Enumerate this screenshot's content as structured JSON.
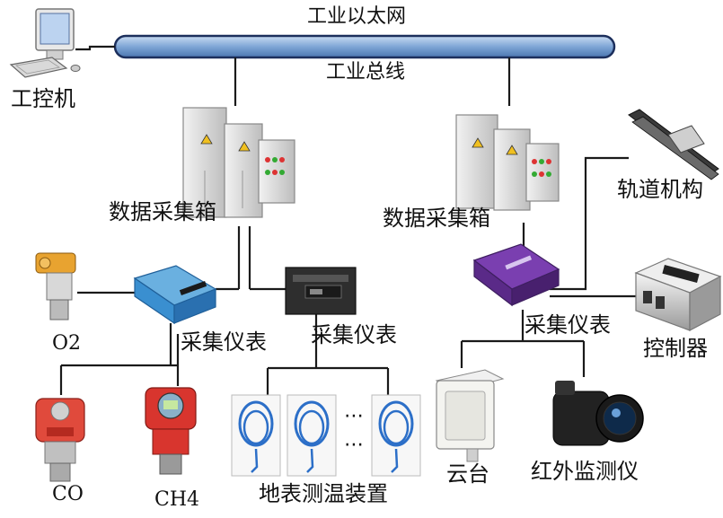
{
  "labels": {
    "ethernet": "工业以太网",
    "fieldbus": "工业总线",
    "ipc": "工控机",
    "daq_box_left": "数据采集箱",
    "daq_box_right": "数据采集箱",
    "rail": "轨道机构",
    "o2": "O2",
    "meter_left": "采集仪表",
    "meter_center": "采集仪表",
    "meter_right": "采集仪表",
    "controller": "控制器",
    "co": "CO",
    "ch4": "CH4",
    "ground_temp": "地表测温装置",
    "ptz": "云台",
    "infrared": "红外监测仪"
  },
  "ellipsis": "⋯",
  "colors": {
    "bus_fill": "#7fa6d6",
    "bus_stroke": "#1c2f5c",
    "line": "#1a1a1a",
    "cabinet": "#dcdcdc",
    "gas_red": "#d8352e",
    "gas_orange": "#e8a330",
    "module_blue": "#3a8fd0",
    "meter_purple": "#6a2d9a",
    "cable_blue": "#2c6fc8"
  }
}
